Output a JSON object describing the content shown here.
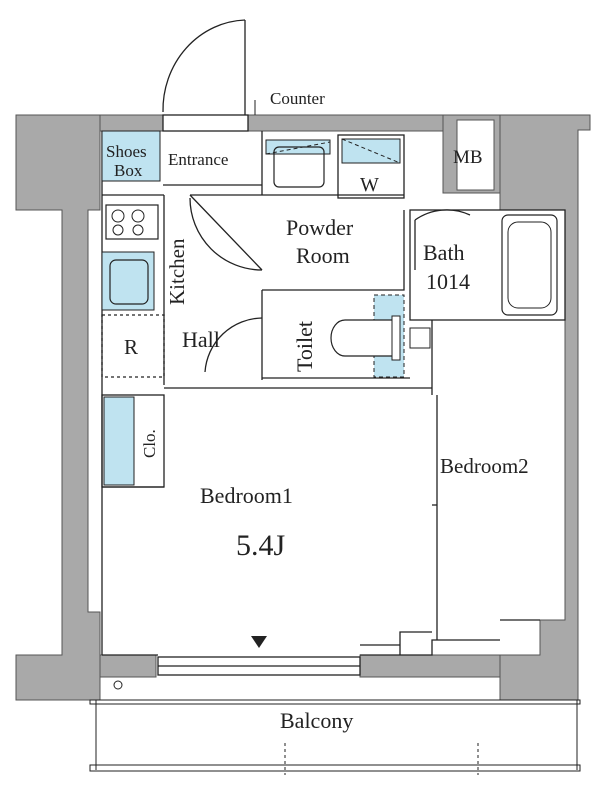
{
  "floor_plan": {
    "rooms": {
      "counter": "Counter",
      "shoes_box_line1": "Shoes",
      "shoes_box_line2": "Box",
      "entrance": "Entrance",
      "mb": "MB",
      "washer": "W",
      "powder_room_line1": "Powder",
      "powder_room_line2": "Room",
      "bath": "Bath",
      "bath_size": "1014",
      "kitchen": "Kitchen",
      "refrigerator": "R",
      "hall": "Hall",
      "toilet": "Toilet",
      "closet": "Clo.",
      "bedroom1": "Bedroom1",
      "bedroom1_size": "5.4J",
      "bedroom2": "Bedroom2",
      "balcony": "Balcony"
    },
    "colors": {
      "wall": "#a9a9a9",
      "line": "#222222",
      "fixture_blue": "#bfe3f0",
      "background": "#ffffff"
    }
  }
}
